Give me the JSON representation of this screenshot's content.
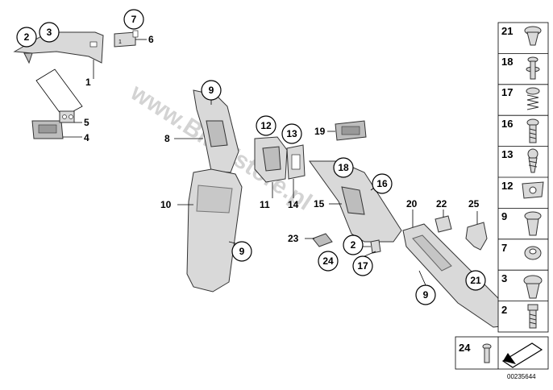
{
  "diagram": {
    "watermark": "www.BMWstore.pl",
    "document_number": "00235644",
    "callouts": [
      {
        "id": "c1",
        "text": "1",
        "circled": false
      },
      {
        "id": "c2a",
        "text": "2",
        "circled": true
      },
      {
        "id": "c3",
        "text": "3",
        "circled": true
      },
      {
        "id": "c7a",
        "text": "7",
        "circled": true
      },
      {
        "id": "c6",
        "text": "6",
        "circled": false
      },
      {
        "id": "c5",
        "text": "5",
        "circled": false
      },
      {
        "id": "c4",
        "text": "4",
        "circled": false
      },
      {
        "id": "c9a",
        "text": "9",
        "circled": true
      },
      {
        "id": "c8",
        "text": "8",
        "circled": false
      },
      {
        "id": "c12",
        "text": "12",
        "circled": true
      },
      {
        "id": "c13",
        "text": "13",
        "circled": true
      },
      {
        "id": "c19",
        "text": "19",
        "circled": false
      },
      {
        "id": "c10",
        "text": "10",
        "circled": false
      },
      {
        "id": "c9b",
        "text": "9",
        "circled": true
      },
      {
        "id": "c11",
        "text": "11",
        "circled": false
      },
      {
        "id": "c14",
        "text": "14",
        "circled": false
      },
      {
        "id": "c18",
        "text": "18",
        "circled": true
      },
      {
        "id": "c16",
        "text": "16",
        "circled": true
      },
      {
        "id": "c15",
        "text": "15",
        "circled": false
      },
      {
        "id": "c20",
        "text": "20",
        "circled": false
      },
      {
        "id": "c22",
        "text": "22",
        "circled": false
      },
      {
        "id": "c25",
        "text": "25",
        "circled": false
      },
      {
        "id": "c23",
        "text": "23",
        "circled": false
      },
      {
        "id": "c2b",
        "text": "2",
        "circled": true
      },
      {
        "id": "c24",
        "text": "24",
        "circled": true
      },
      {
        "id": "c17",
        "text": "17",
        "circled": true
      },
      {
        "id": "c9c",
        "text": "9",
        "circled": true
      },
      {
        "id": "c21",
        "text": "21",
        "circled": true
      }
    ],
    "fastener_column": [
      {
        "text": "21",
        "icon": "push-rivet-icon"
      },
      {
        "text": "18",
        "icon": "expanding-rivet-icon"
      },
      {
        "text": "17",
        "icon": "screw-with-spring-icon"
      },
      {
        "text": "16",
        "icon": "hex-screw-icon"
      },
      {
        "text": "13",
        "icon": "tapping-screw-icon"
      },
      {
        "text": "12",
        "icon": "clip-nut-icon"
      },
      {
        "text": "9",
        "icon": "expanding-rivet-icon"
      },
      {
        "text": "7",
        "icon": "clip-icon"
      },
      {
        "text": "3",
        "icon": "push-rivet-icon"
      },
      {
        "text": "2",
        "icon": "hex-bolt-icon"
      }
    ],
    "bottom_box": {
      "text": "24",
      "icon": "screw-icon"
    },
    "colors": {
      "part_fill": "#d9d9d9",
      "part_shadow": "#bdbdbd",
      "line": "#000000"
    }
  }
}
